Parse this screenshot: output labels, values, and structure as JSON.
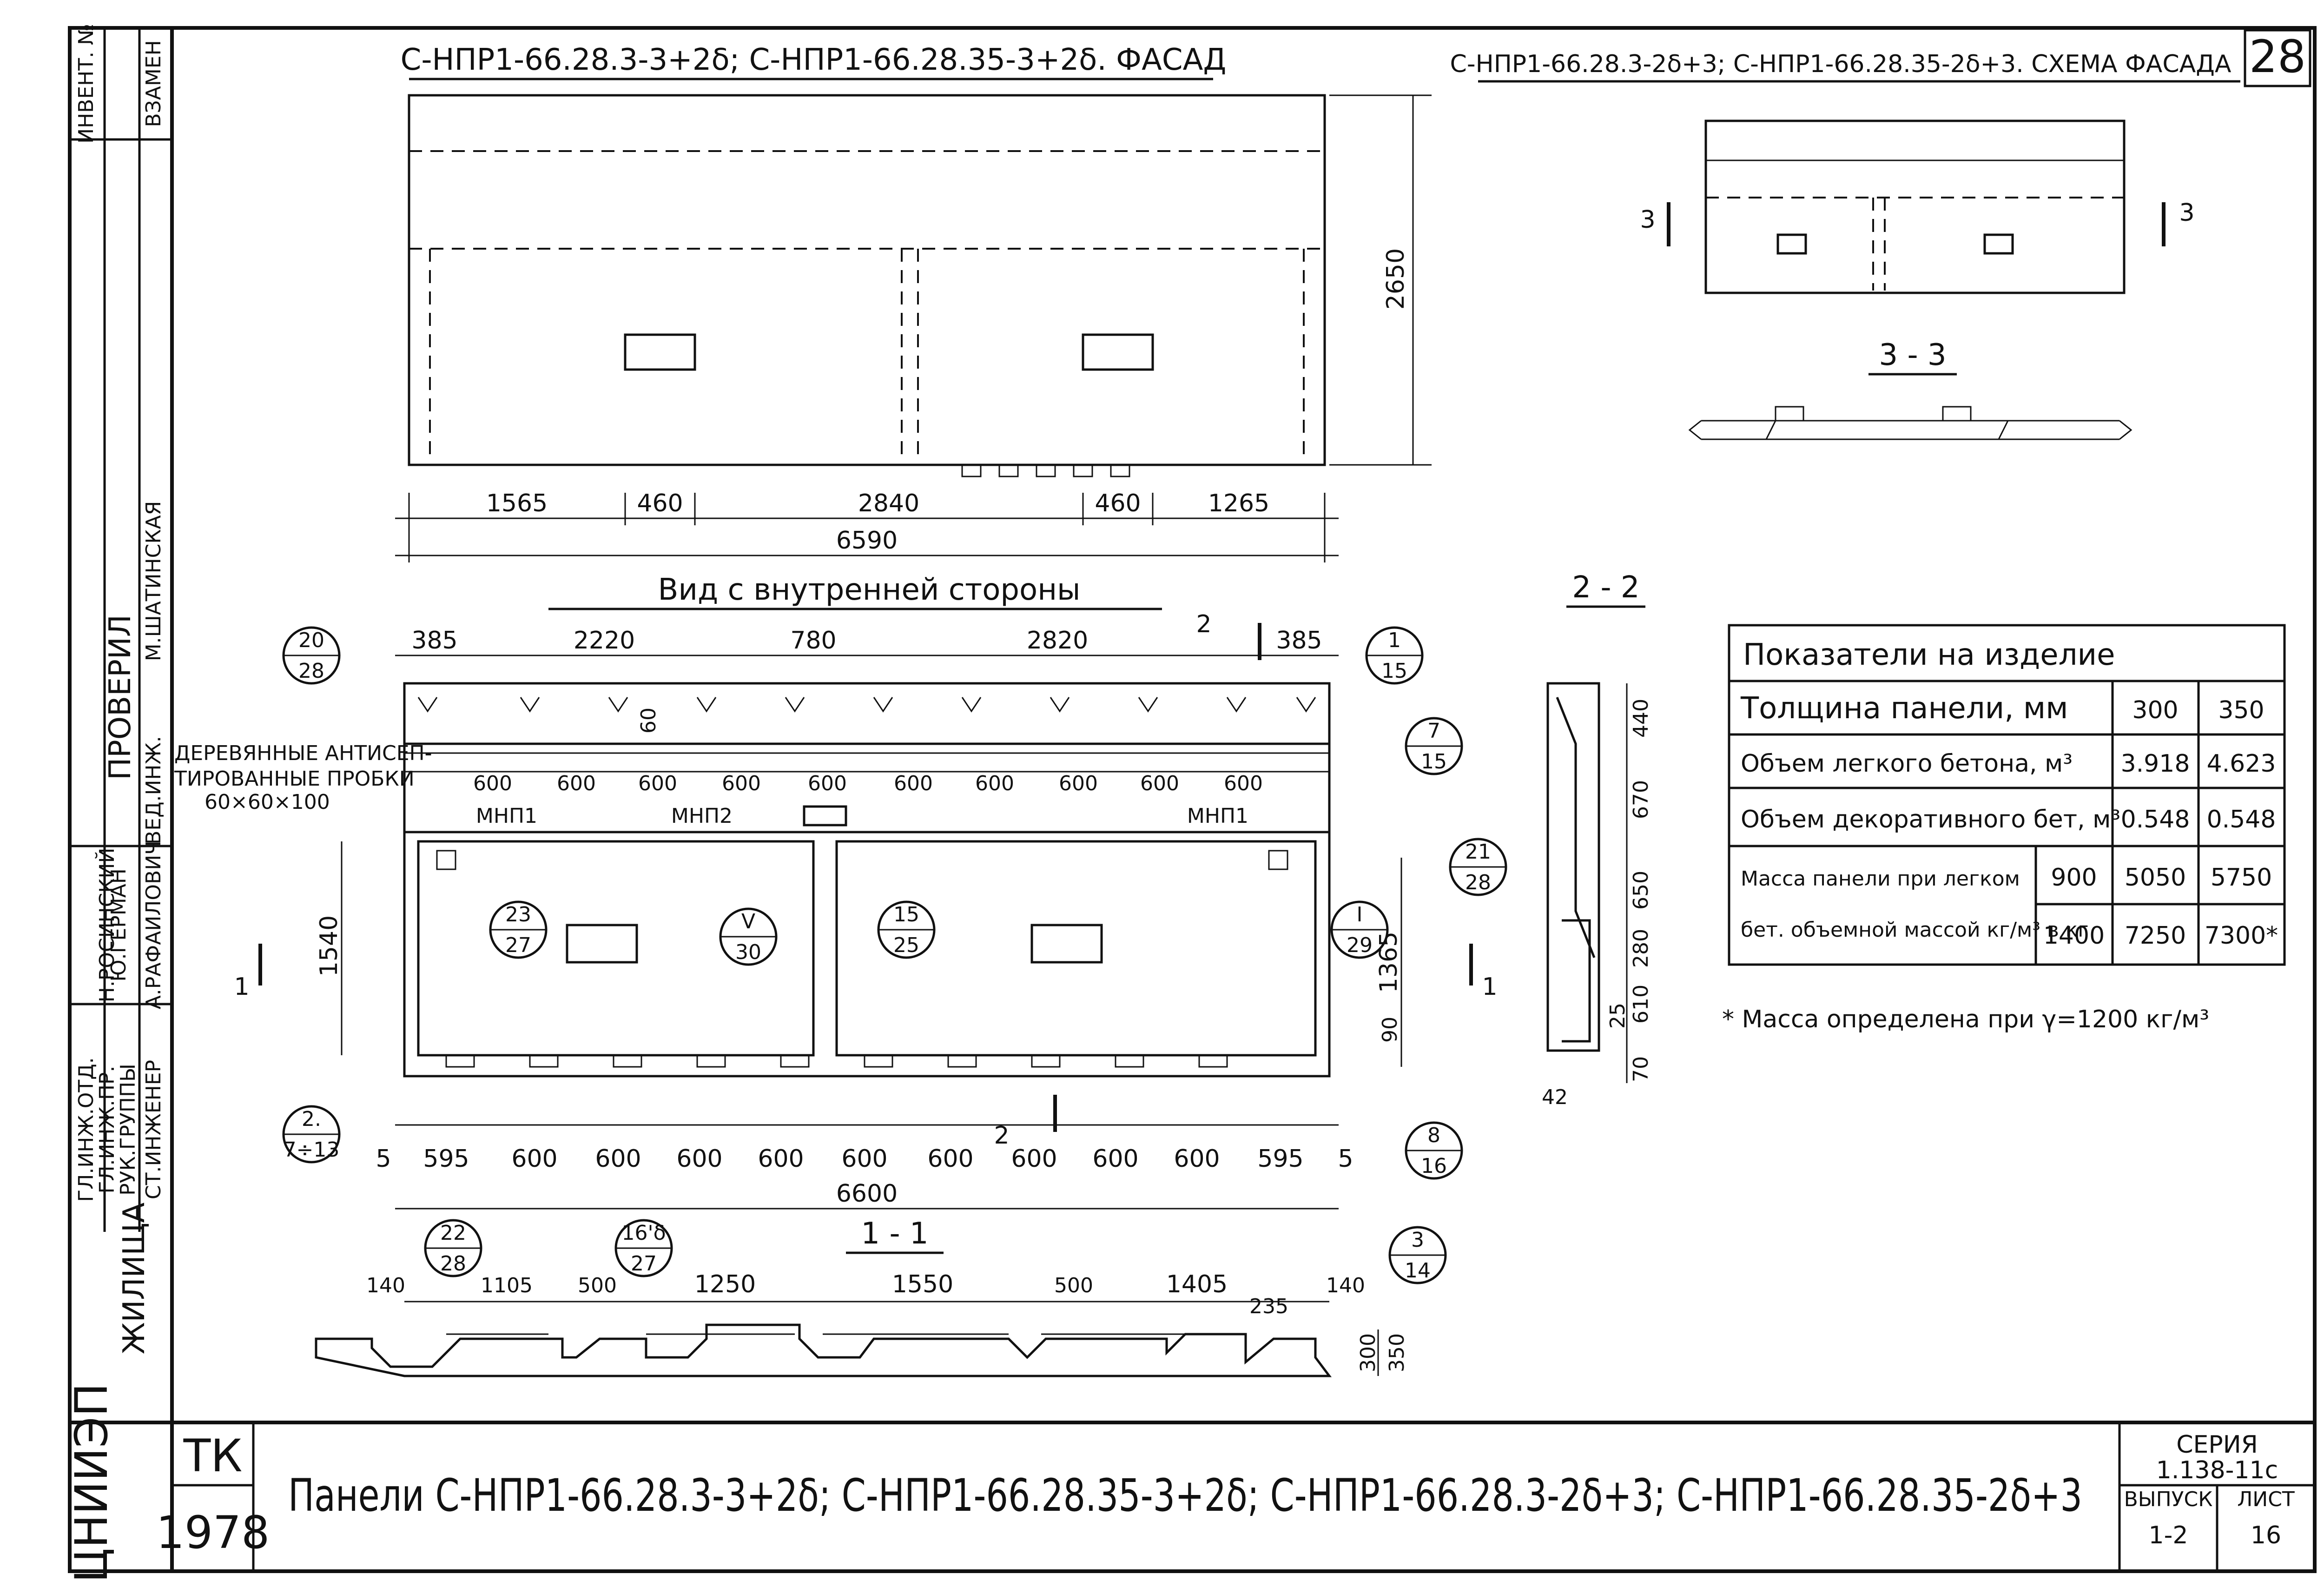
{
  "sheet_number": "28",
  "facade": {
    "title": "С-НПР1-66.28.3-3+2δ; С-НПР1-66.28.35-3+2δ. ФАСАД",
    "height": "2650",
    "dims": [
      "1565",
      "460",
      "2840",
      "460",
      "1265"
    ],
    "total": "6590"
  },
  "scheme": {
    "title": "С-НПР1-66.28.3-2δ+3; С-НПР1-66.28.35-2δ+3. СХЕМА ФАСАДА",
    "cut_left": "3",
    "cut_right": "3",
    "section_label": "3 - 3"
  },
  "inner_view": {
    "title": "Вид с внутренней стороны",
    "top_dims": [
      "385",
      "2220",
      "780",
      "2820",
      "385"
    ],
    "anchor_dims": [
      "600",
      "600",
      "600",
      "600",
      "600",
      "600",
      "600",
      "600",
      "600",
      "600"
    ],
    "small_dim": "60",
    "wood_note": [
      "ДЕРЕВЯННЫЕ АНТИСЕП-",
      "ТИРОВАННЫЕ ПРОБКИ",
      "60×60×100"
    ],
    "loops": [
      "МНП1",
      "МНП2",
      "МНП1"
    ],
    "height_left": "1540",
    "height_right": [
      "1365",
      "90"
    ],
    "bottom_dims": [
      "5",
      "595",
      "600",
      "600",
      "600",
      "600",
      "600",
      "600",
      "600",
      "600",
      "600",
      "595",
      "5"
    ],
    "total": "6600",
    "cut_marks": [
      "1",
      "1",
      "2",
      "2"
    ]
  },
  "callouts": [
    {
      "top": "20",
      "bottom": "28"
    },
    {
      "top": "1",
      "bottom": "15"
    },
    {
      "top": "7",
      "bottom": "15"
    },
    {
      "top": "21",
      "bottom": "28"
    },
    {
      "top": "23",
      "bottom": "27"
    },
    {
      "top": "V",
      "bottom": "30"
    },
    {
      "top": "15",
      "bottom": "25"
    },
    {
      "top": "I",
      "bottom": "29"
    },
    {
      "top": "2.",
      "bottom": "7÷13"
    },
    {
      "top": "8",
      "bottom": "16"
    },
    {
      "top": "22",
      "bottom": "28"
    },
    {
      "top": "16'δ",
      "bottom": "27"
    },
    {
      "top": "3",
      "bottom": "14"
    }
  ],
  "section_11": {
    "label": "1 - 1",
    "dims": [
      "140",
      "1105",
      "500",
      "1250",
      "1550",
      "500",
      "1405",
      "140"
    ],
    "small": "235",
    "heights": [
      "300",
      "350"
    ]
  },
  "section_22": {
    "label": "2 - 2",
    "dims": [
      "440",
      "670",
      "650",
      "280",
      "610",
      "25",
      "70"
    ],
    "bottom": "42"
  },
  "table": {
    "title": "Показатели на изделие",
    "rows": [
      {
        "label": "Толщина панели, мм",
        "sub": "",
        "v1": "300",
        "v2": "350"
      },
      {
        "label": "Объем легкого бетона, м³",
        "sub": "",
        "v1": "3.918",
        "v2": "4.623"
      },
      {
        "label": "Объем декоративного бет, м³",
        "sub": "",
        "v1": "0.548",
        "v2": "0.548"
      },
      {
        "label": "Масса панели при легком",
        "sub": "900",
        "v1": "5050",
        "v2": "5750"
      },
      {
        "label": "бет. объемной массой кг/м³ в кг",
        "sub": "1400",
        "v1": "7250",
        "v2": "7300*"
      }
    ],
    "note": "* Масса определена при γ=1200 кг/м³"
  },
  "left_strip": {
    "top": [
      "ИНВЕНТ. №",
      "ВЗАМЕН"
    ],
    "checked": "ПРОВЕРИЛ",
    "names": [
      "Н.РОСИНСКИЙ",
      "Ю.ГЕРМАН",
      "",
      "А.РАФАИЛОВИЧ"
    ],
    "roles": [
      "ГЛ.ИНЖ.ОТД.",
      "ГЛ.ИНЖ.ПР.",
      "РУК.ГРУППЫ",
      "СТ.ИНЖЕНЕР"
    ],
    "extra": [
      "ВЕД.ИНЖ.",
      "М.ШАТИНСКАЯ"
    ],
    "org": "ЦНИИЭП",
    "org2": "ЖИЛИЩА"
  },
  "title_block": {
    "tk": "ТК",
    "year": "1978",
    "title": "Панели С-НПР1-66.28.3-3+2δ; С-НПР1-66.28.35-3+2δ; С-НПР1-66.28.3-2δ+3; С-НПР1-66.28.35-2δ+3",
    "series_label": "СЕРИЯ",
    "series": "1.138-11с",
    "issue_label": "ВЫПУСК",
    "issue": "1-2",
    "sheet_label": "ЛИСТ",
    "sheet": "16"
  }
}
